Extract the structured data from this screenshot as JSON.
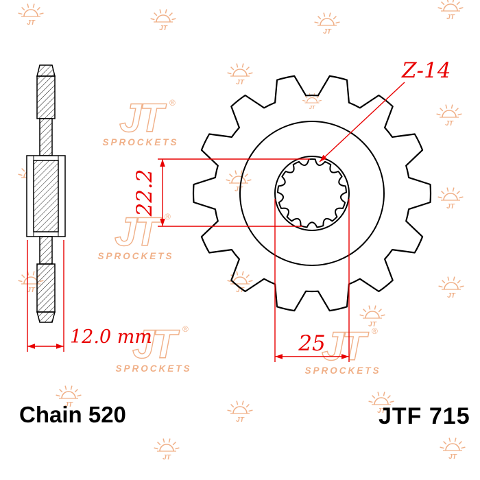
{
  "drawing": {
    "type": "front sprocket technical drawing",
    "teeth": 14,
    "labels": {
      "z_count": "Z-14",
      "inner_diameter": "22.2",
      "bore_diameter": "25",
      "width": "12.0 mm",
      "chain": "Chain 520",
      "part_number": "JTF 715"
    }
  },
  "watermark": {
    "jt": "JT",
    "sprockets": "SPROCKETS",
    "registered": "®",
    "color": "#f0b088"
  },
  "colors": {
    "dimension": "#e80000",
    "drawing": "#000000",
    "background": "#ffffff"
  }
}
